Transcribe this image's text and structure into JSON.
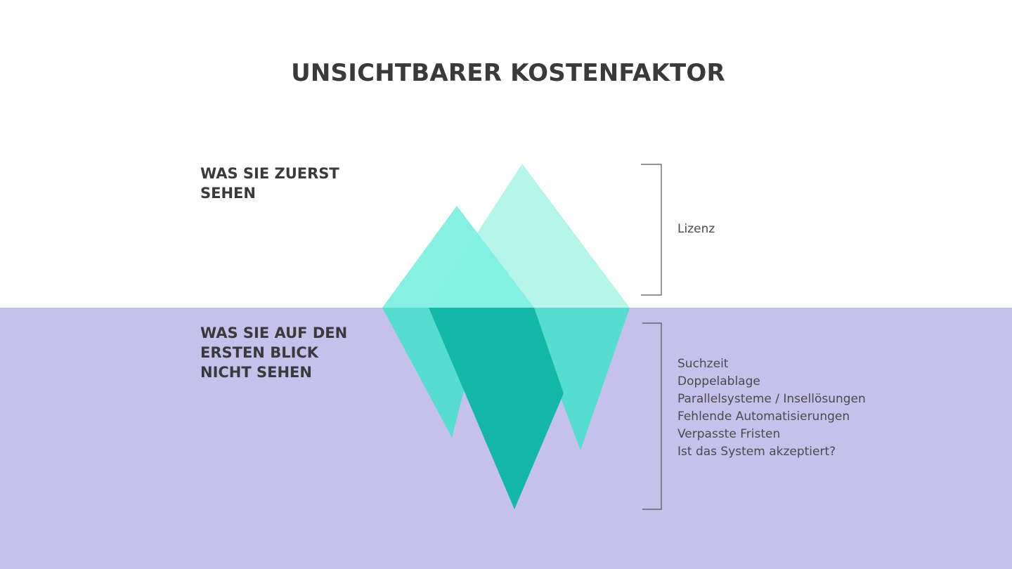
{
  "title": "UNSICHTBARER KOSTENFAKTOR",
  "above": {
    "heading_lines": [
      "WAS SIE ZUERST",
      "SEHEN"
    ],
    "items": [
      "Lizenz"
    ]
  },
  "below": {
    "heading_lines": [
      "WAS SIE AUF DEN",
      "ERSTEN BLICK",
      "NICHT SEHEN"
    ],
    "items": [
      "Suchzeit",
      "Doppelablage",
      "Parallelsysteme / Insellösungen",
      "Fehlende Automatisierungen",
      "Verpasste Fristen",
      "Ist das System akzeptiert?"
    ]
  },
  "colors": {
    "water": "#c5c1ea",
    "text": "#3a3a3a",
    "peak_back": "#b5f5ea",
    "peak_front": "#7fefe1",
    "ice_below_light": "#56ddcf",
    "ice_below_dark": "#13b9a6",
    "bracket": "#555555"
  }
}
